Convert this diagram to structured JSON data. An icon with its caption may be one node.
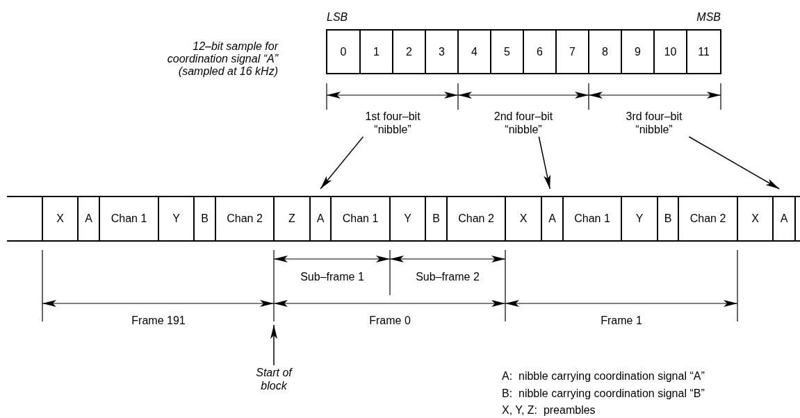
{
  "diagram": {
    "nodes": [
      {
        "text": [
          "0"
        ]
      },
      {
        "text": [
          "1"
        ]
      },
      {
        "text": [
          "2"
        ]
      },
      {
        "text": [
          "3"
        ]
      },
      {
        "text": [
          "4"
        ]
      },
      {
        "text": [
          "5"
        ]
      },
      {
        "text": [
          "6"
        ]
      },
      {
        "text": [
          "7"
        ]
      },
      {
        "text": [
          "8"
        ]
      },
      {
        "text": [
          "9"
        ]
      },
      {
        "text": [
          "10"
        ]
      },
      {
        "text": [
          "11"
        ]
      },
      {
        "text": [
          "1st four–bit “nibble”"
        ]
      },
      {
        "text": [
          "2nd four–bit “nibble”"
        ]
      },
      {
        "text": [
          "3rd four–bit “nibble”"
        ]
      },
      {
        "text": [
          "X"
        ]
      },
      {
        "text": [
          "A"
        ]
      },
      {
        "text": [
          "Chan 1"
        ]
      },
      {
        "text": [
          "Y"
        ]
      },
      {
        "text": [
          "B"
        ]
      },
      {
        "text": [
          "Chan 2"
        ]
      },
      {
        "text": [
          "Z"
        ]
      },
      {
        "text": [
          "A"
        ]
      },
      {
        "text": [
          "Chan 1"
        ]
      },
      {
        "text": [
          "Y"
        ]
      },
      {
        "text": [
          "B"
        ]
      },
      {
        "text": [
          "Chan 2"
        ]
      },
      {
        "text": [
          "X"
        ]
      },
      {
        "text": [
          "A"
        ]
      },
      {
        "text": [
          "Chan 1"
        ]
      },
      {
        "text": [
          "Y"
        ]
      },
      {
        "text": [
          "B"
        ]
      },
      {
        "text": [
          "Chan 2"
        ]
      },
      {
        "text": [
          "X"
        ]
      },
      {
        "text": [
          "A"
        ]
      },
      {
        "text": [
          "Start of block"
        ]
      }
    ],
    "edges": [
      {
        "from": 12,
        "to": 22,
        "arrow": "to"
      },
      {
        "from": 13,
        "to": 28,
        "arrow": "to"
      },
      {
        "from": 14,
        "to": 34,
        "arrow": "to"
      },
      {
        "from": 35,
        "to": null,
        "arrow": "to"
      }
    ],
    "labels": [
      "LSB",
      "MSB",
      "12–bit sample for coordination signal “A” (sampled at 16 kHz)",
      "Sub–frame 1",
      "Sub–frame 2",
      "Frame 191",
      "Frame 0",
      "Frame 1",
      "A:  nibble carrying coordination signal “A”",
      "B:  nibble carrying coordination signal “B”",
      "X, Y, Z:  preambles"
    ]
  }
}
